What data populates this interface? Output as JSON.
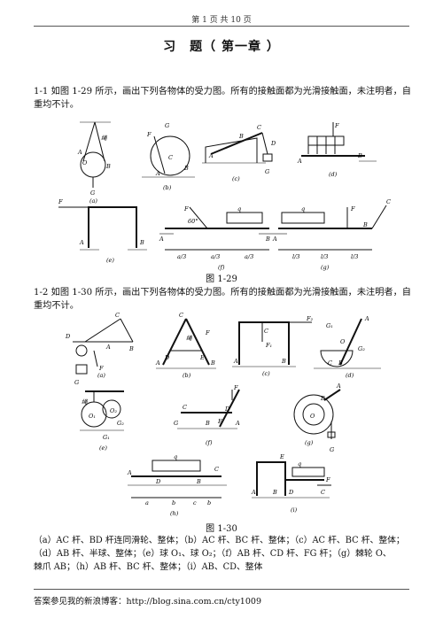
{
  "header": {
    "page_info": "第 1 页 共 10 页"
  },
  "title": "习　题（ 第一章 ）",
  "problems": [
    {
      "text": "1-1  如图 1-29 所示，画出下列各物体的受力图。所有的接触面都为光滑接触面，未注明者，自重均不计。",
      "figure": "图 1-29"
    },
    {
      "text": "1-2  如图 1-30 所示，画出下列各物体的受力图。所有的接触面都为光滑接触面，未注明者，自重均不计。",
      "figure": "图 1-30",
      "answer_list_1": "（a）AC 杆、BD 杆连同滑轮、整体；（b）AC 杆、BC 杆、整体；（c）AC 杆、BC 杆、整体；",
      "answer_list_2": "（d）AB 杆、半球、整体；（e）球 O₁、球 O₂；（f）AB 杆、CD 杆、FG 杆；（g）棘轮 O、",
      "answer_list_3": "棘爪 AB；（h）AB 杆、BC 杆、整体；（i）AB、CD、整体"
    }
  ],
  "fig29": {
    "a": "(a)",
    "b": "(b)",
    "c": "(c)",
    "d": "(d)",
    "e": "(e)",
    "f": "(f)",
    "g": "(g)",
    "rope": "绳",
    "angle": "60°",
    "A": "A",
    "B": "B",
    "C": "C",
    "D": "D",
    "O": "O",
    "F": "F",
    "G": "G",
    "q": "q",
    "a3": "a/3",
    "l3": "l/3"
  },
  "fig30": {
    "a": "(a)",
    "b": "(b)",
    "c": "(c)",
    "d": "(d)",
    "e": "(e)",
    "f": "(f)",
    "g": "(g)",
    "h": "(h)",
    "i": "(i)",
    "rope": "绳",
    "A": "A",
    "B": "B",
    "C": "C",
    "D": "D",
    "E": "E",
    "F": "F",
    "G": "G",
    "O": "O",
    "F1": "F₁",
    "F2": "F₂",
    "G1": "G₁",
    "G2": "G₂",
    "O1": "O₁",
    "O2": "O₂",
    "q": "q",
    "a_dim": "a",
    "b_dim": "b",
    "c_dim": "c"
  },
  "footer": {
    "text": "答案参见我的新浪博客：http://blog.sina.com.cn/cty1009"
  }
}
